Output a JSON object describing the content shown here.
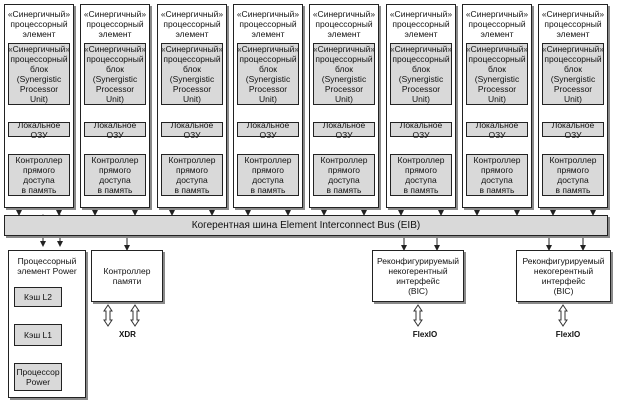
{
  "spe": {
    "title": "«Синергичный»\nпроцессорный\nэлемент",
    "spu_label": "«Синергичный»\nпроцессорный\nблок\n(Synergistic\nProcessor\nUnit)",
    "ls_label": "Локальное ОЗУ",
    "dma_label": "Контроллер\nпрямого\nдоступа\nв память",
    "count": 8
  },
  "bus": {
    "label": "Когерентная шина Element Interconnect Bus (EIB)"
  },
  "ppe": {
    "title": "Процессорный\nэлемент Power",
    "l2": "Кэш L2",
    "l1": "Кэш L1",
    "core": "Процессор\nPower"
  },
  "memory_controller": {
    "label": "Контроллер\nпамяти",
    "io": "XDR"
  },
  "bic": [
    {
      "label": "Реконфигурируемый\nнекогерентный\nинтерфейс\n(BIC)",
      "io": "FlexIO"
    },
    {
      "label": "Реконфигурируемый\nнекогерентный\nинтерфейс\n(BIC)",
      "io": "FlexIO"
    }
  ],
  "colors": {
    "block_fill": "#d9d9d9",
    "shadow": "#8a8a8a",
    "line": "#222222"
  }
}
